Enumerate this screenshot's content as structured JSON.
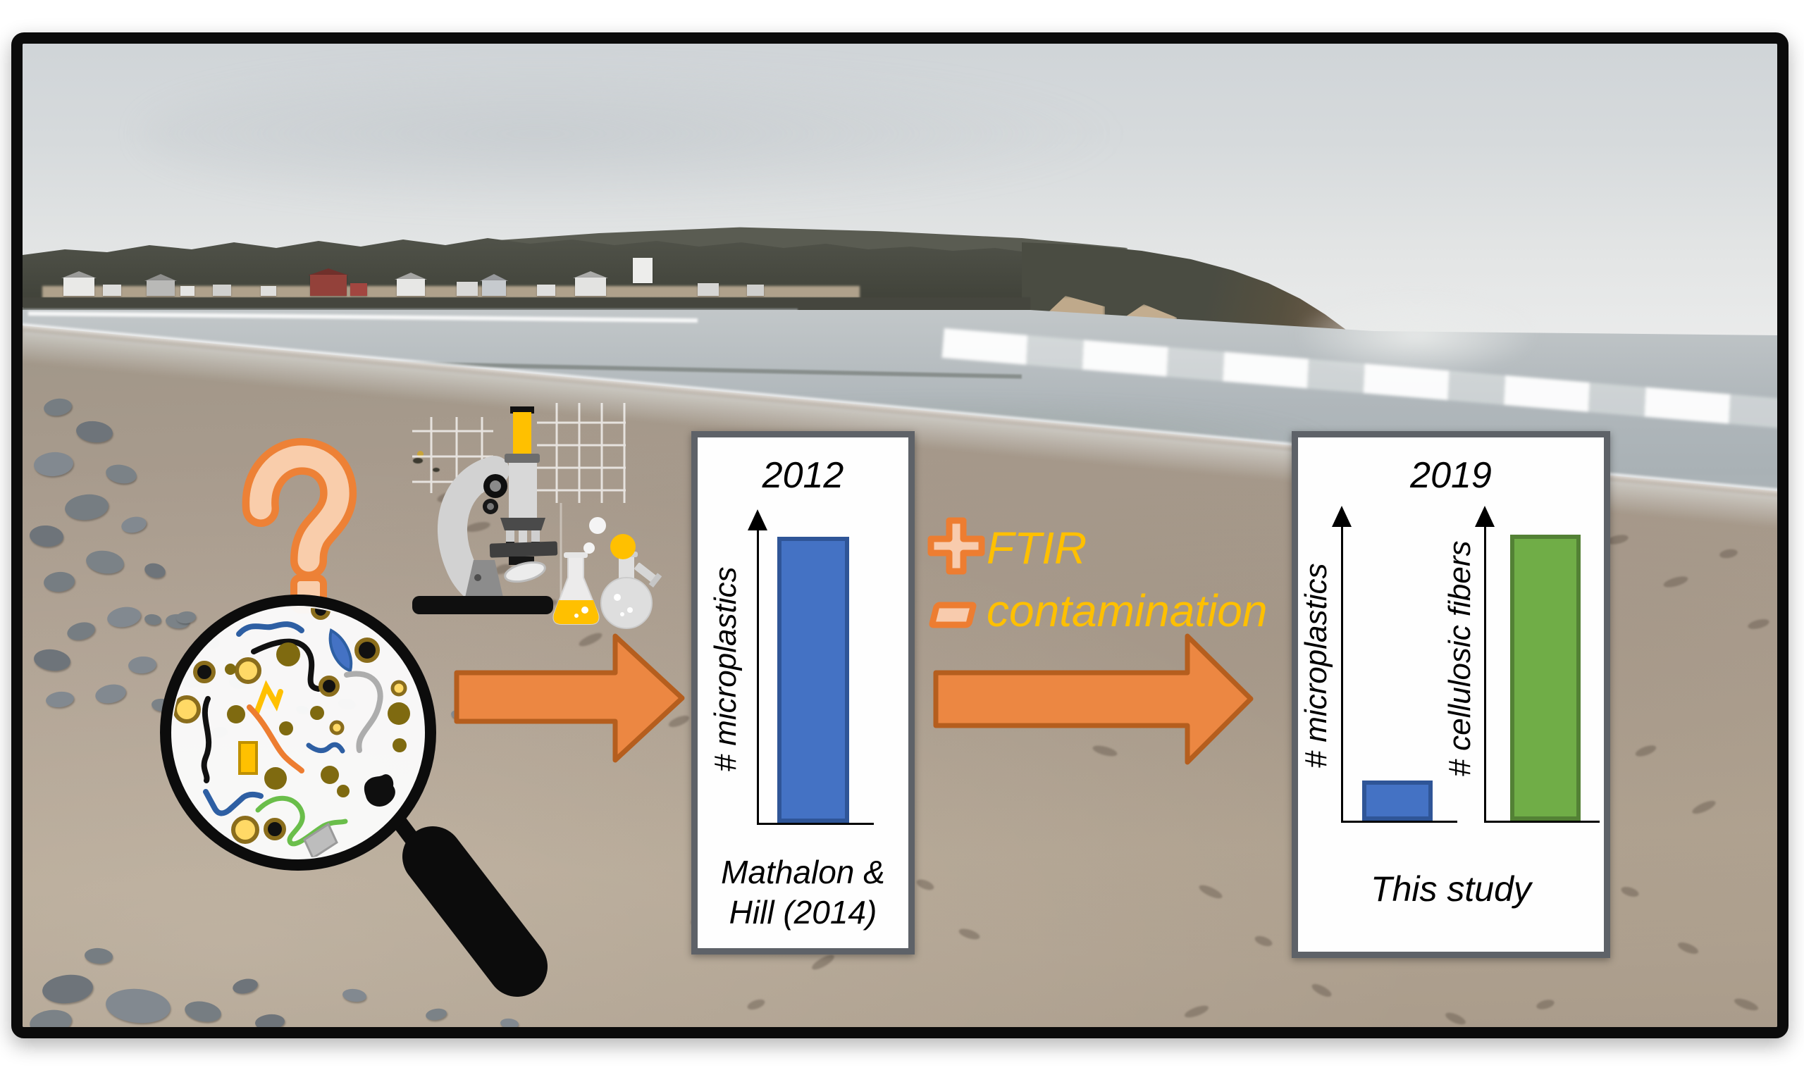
{
  "figure": {
    "kind": "graphical abstract",
    "frame_color": "#0b0b0b",
    "background": "overcast beach photo with rocky left shore, treeline with houses, headland and surf"
  },
  "annotations": {
    "question_mark": "?",
    "plus_symbol": "+",
    "minus_symbol": "−",
    "ftir_label": "FTIR",
    "contamination_label": "contamination",
    "text_color": "#FFC000",
    "icon_fill": "#F8CBAD",
    "icon_stroke": "#ED7D31"
  },
  "arrows": {
    "fill": "#EC8742",
    "stroke": "#B55E1E"
  },
  "panels": [
    {
      "year": "2012",
      "caption_lines": [
        "Mathalon &",
        "Hill (2014)"
      ],
      "charts": [
        {
          "ylabel": "# microplastics",
          "value": 1,
          "color": "#4472C4",
          "border": "#2F5597"
        }
      ]
    },
    {
      "year": "2019",
      "caption_lines": [
        "This study"
      ],
      "charts": [
        {
          "ylabel": "# microplastics",
          "value": 0.14,
          "color": "#4472C4",
          "border": "#2F5597"
        },
        {
          "ylabel": "# cellulosic fibers",
          "value": 1,
          "color": "#70AD47",
          "border": "#538135"
        }
      ]
    }
  ],
  "chart_data": [
    {
      "type": "bar",
      "title": "2012",
      "ylabel": "# microplastics",
      "categories": [
        "microplastics"
      ],
      "values": [
        1.0
      ],
      "bar_color": "#4472C4",
      "note": "single tall bar, unlabeled relative axis with arrowhead",
      "source_caption": "Mathalon & Hill (2014)"
    },
    {
      "type": "bar",
      "title": "2019",
      "categories": [
        "# microplastics",
        "# cellulosic fibers"
      ],
      "series": [
        {
          "name": "# microplastics",
          "values": [
            0.14
          ],
          "color": "#4472C4"
        },
        {
          "name": "# cellulosic fibers",
          "values": [
            1.0
          ],
          "color": "#70AD47"
        }
      ],
      "note": "two separate unlabeled axes with arrowheads; small blue bar vs tall green bar",
      "source_caption": "This study"
    }
  ],
  "scene": {
    "palette": {
      "sky_top": "#CDD2D6",
      "sky_low": "#EBECEC",
      "water": "#AAB2B6",
      "sand": "#AC9E8F",
      "trees": "#4B4D42",
      "cliff": "#6F5D4A",
      "pebble": "#747B80",
      "foam": "#FFFFFF"
    },
    "houses": [
      {
        "x": 90,
        "w": 44,
        "h": 26,
        "color": "#E9E9E7",
        "roof": "#9B9B99"
      },
      {
        "x": 146,
        "w": 26,
        "h": 16,
        "color": "#DDDDDB"
      },
      {
        "x": 208,
        "w": 40,
        "h": 22,
        "color": "#B9B9B7",
        "roof": "#8F8F8D"
      },
      {
        "x": 256,
        "w": 20,
        "h": 14,
        "color": "#E5E5E3"
      },
      {
        "x": 302,
        "w": 26,
        "h": 16,
        "color": "#D0D0CE"
      },
      {
        "x": 370,
        "w": 22,
        "h": 14,
        "color": "#DFDFDD"
      },
      {
        "x": 440,
        "w": 52,
        "h": 30,
        "color": "#93413A",
        "roof": "#70302B"
      },
      {
        "x": 497,
        "w": 24,
        "h": 18,
        "color": "#A24640"
      },
      {
        "x": 563,
        "w": 40,
        "h": 24,
        "color": "#E7E7E5",
        "roof": "#A5A5A3"
      },
      {
        "x": 648,
        "w": 30,
        "h": 20,
        "color": "#D9D9D7"
      },
      {
        "x": 684,
        "w": 34,
        "h": 22,
        "color": "#C6CACE",
        "roof": "#97999C"
      },
      {
        "x": 762,
        "w": 26,
        "h": 16,
        "color": "#DFDFDE"
      },
      {
        "x": 816,
        "w": 44,
        "h": 26,
        "color": "#E3E3E1",
        "roof": "#ABABA9"
      },
      {
        "x": 898,
        "w": 28,
        "h": 36,
        "color": "#EDEDEB",
        "base": 402
      },
      {
        "x": 990,
        "w": 30,
        "h": 18,
        "color": "#D6D6D4"
      },
      {
        "x": 1060,
        "w": 24,
        "h": 16,
        "color": "#CFCFCD"
      }
    ]
  }
}
